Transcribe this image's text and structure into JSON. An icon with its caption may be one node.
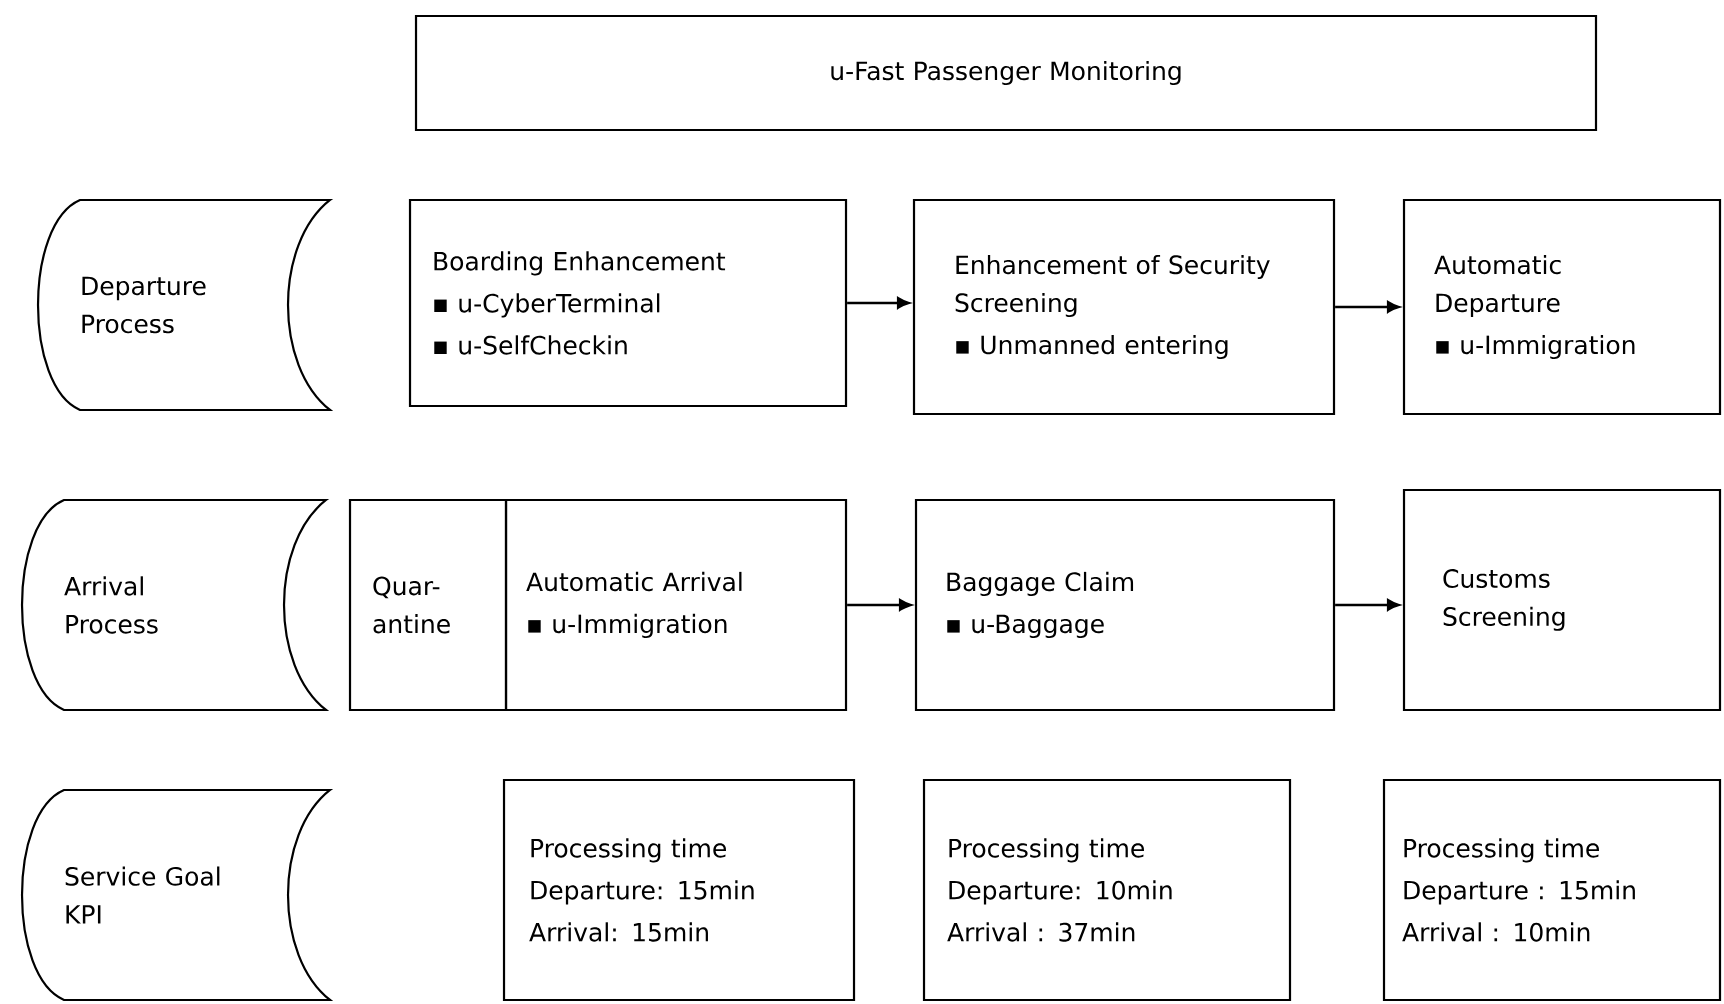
{
  "diagram": {
    "nodes": [
      {
        "text": [
          "u-Fast Passenger Monitoring"
        ]
      },
      {
        "text": [
          "Departure Process"
        ]
      },
      {
        "text": [
          "Boarding Enhancement",
          "▪ u-CyberTerminal",
          "▪ u-SelfCheckin"
        ]
      },
      {
        "text": [
          "Enhancement of Security Screening",
          "▪ Unmanned entering"
        ]
      },
      {
        "text": [
          "Automatic Departure",
          "▪ u-Immigration"
        ]
      },
      {
        "text": [
          "Arrival Process"
        ]
      },
      {
        "text": [
          "Quar- antine"
        ]
      },
      {
        "text": [
          "Automatic Arrival",
          "▪ u-Immigration"
        ]
      },
      {
        "text": [
          "Baggage Claim",
          "▪ u-Baggage"
        ]
      },
      {
        "text": [
          "Customs Screening"
        ]
      },
      {
        "text": [
          "Service Goal KPI"
        ]
      },
      {
        "text": [
          "Processing time",
          "Departure: 15min",
          "Arrival: 15min"
        ]
      },
      {
        "text": [
          "Processing time",
          "Departure: 10min",
          "Arrival : 37min"
        ]
      },
      {
        "text": [
          "Processing time",
          "Departure : 15min",
          "Arrival : 10min"
        ]
      }
    ],
    "edges": [
      {
        "from": 2,
        "to": 3,
        "arrow": "to"
      },
      {
        "from": 3,
        "to": 4,
        "arrow": "to"
      },
      {
        "from": 7,
        "to": 8,
        "arrow": "to"
      },
      {
        "from": 8,
        "to": 9,
        "arrow": "to"
      }
    ]
  }
}
